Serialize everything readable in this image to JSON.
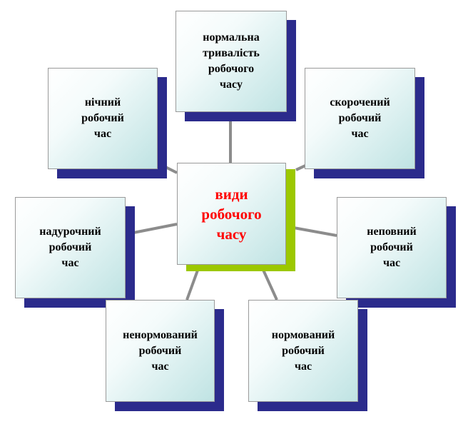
{
  "diagram": {
    "center": {
      "label": "види\nробочого\nчасу",
      "text_color": "#ff0000",
      "shadow_color": "#9cc800"
    },
    "nodes": {
      "top": {
        "label": "нормальна\nтривалість\nробочого\nчасу"
      },
      "top_left": {
        "label": "нічний\nробочий\nчас"
      },
      "top_right": {
        "label": "скорочений\nробочий\nчас"
      },
      "left": {
        "label": "надурочний\nробочий\nчас"
      },
      "right": {
        "label": "неповний\nробочий\nчас"
      },
      "bottom_left": {
        "label": "ненормований\nробочий\nчас"
      },
      "bottom_right": {
        "label": "нормований\nробочий\nчас"
      }
    },
    "colors": {
      "node_shadow": "#2b2b8c",
      "connector": "#8c8c8c"
    }
  }
}
